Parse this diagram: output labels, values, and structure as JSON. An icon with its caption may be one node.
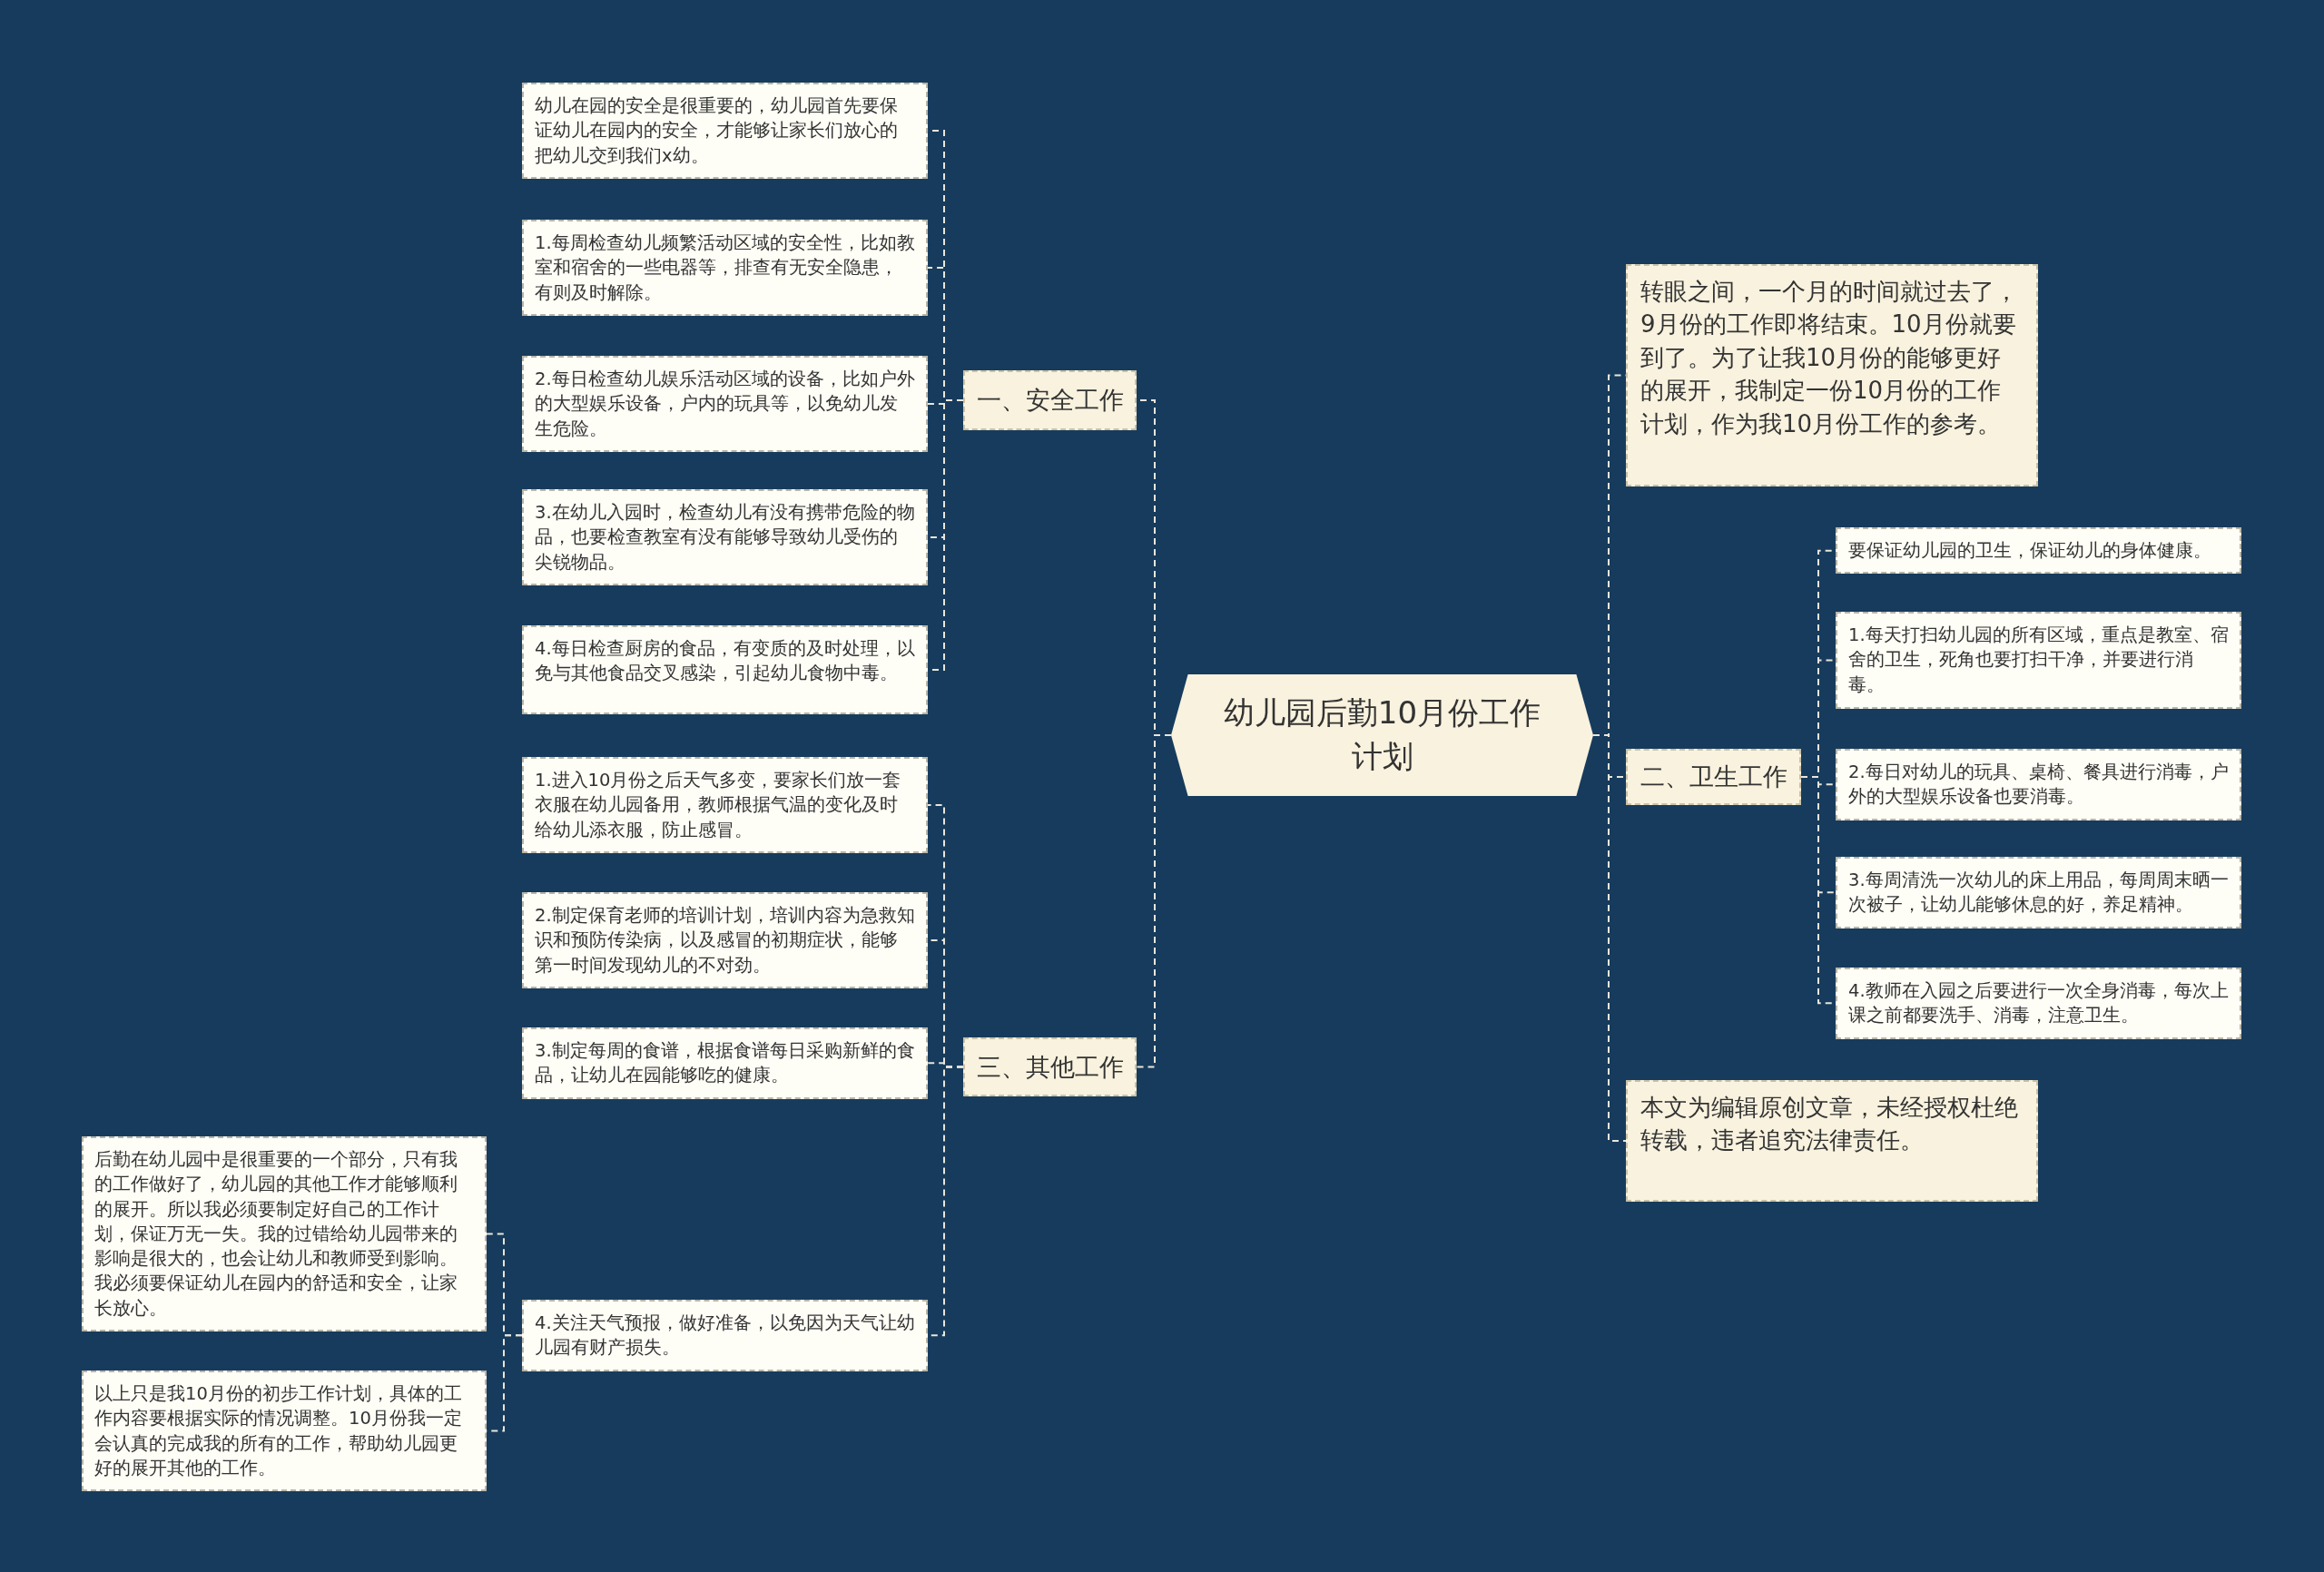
{
  "diagram": {
    "nodes": [
      {
        "text": [
          "幼儿园后勤10月份工作计划"
        ]
      },
      {
        "text": [
          "一、安全工作"
        ]
      },
      {
        "text": [
          "幼儿在园的安全是很重要的，幼儿园首先要保证幼儿在园内的安全，才能够让家长们放心的把幼儿交到我们x幼。"
        ]
      },
      {
        "text": [
          "1.每周检查幼儿频繁活动区域的安全性，比如教室和宿舍的一些电器等，排查有无安全隐患，有则及时解除。"
        ]
      },
      {
        "text": [
          "2.每日检查幼儿娱乐活动区域的设备，比如户外的大型娱乐设备，户内的玩具等，以免幼儿发生危险。"
        ]
      },
      {
        "text": [
          "3.在幼儿入园时，检查幼儿有没有携带危险的物品，也要检查教室有没有能够导致幼儿受伤的尖锐物品。"
        ]
      },
      {
        "text": [
          "4.每日检查厨房的食品，有变质的及时处理，以免与其他食品交叉感染，引起幼儿食物中毒。"
        ]
      },
      {
        "text": [
          "三、其他工作"
        ]
      },
      {
        "text": [
          "1.进入10月份之后天气多变，要家长们放一套衣服在幼儿园备用，教师根据气温的变化及时给幼儿添衣服，防止感冒。"
        ]
      },
      {
        "text": [
          "2.制定保育老师的培训计划，培训内容为急救知识和预防传染病，以及感冒的初期症状，能够第一时间发现幼儿的不对劲。"
        ]
      },
      {
        "text": [
          "3.制定每周的食谱，根据食谱每日采购新鲜的食品，让幼儿在园能够吃的健康。"
        ]
      },
      {
        "text": [
          "4.关注天气预报，做好准备，以免因为天气让幼儿园有财产损失。"
        ]
      },
      {
        "text": [
          "后勤在幼儿园中是很重要的一个部分，只有我的工作做好了，幼儿园的其他工作才能够顺利的展开。所以我必须要制定好自己的工作计划，保证万无一失。我的过错给幼儿园带来的影响是很大的，也会让幼儿和教师受到影响。我必须要保证幼儿在园内的舒适和安全，让家长放心。"
        ]
      },
      {
        "text": [
          "以上只是我10月份的初步工作计划，具体的工作内容要根据实际的情况调整。10月份我一定会认真的完成我的所有的工作，帮助幼儿园更好的展开其他的工作。"
        ]
      },
      {
        "text": [
          "转眼之间，一个月的时间就过去了，9月份的工作即将结束。10月份就要到了。为了让我10月份的能够更好的展开，我制定一份10月份的工作计划，作为我10月份工作的参考。"
        ]
      },
      {
        "text": [
          "二、卫生工作"
        ]
      },
      {
        "text": [
          "要保证幼儿园的卫生，保证幼儿的身体健康。"
        ]
      },
      {
        "text": [
          "1.每天打扫幼儿园的所有区域，重点是教室、宿舍的卫生，死角也要打扫干净，并要进行消毒。"
        ]
      },
      {
        "text": [
          "2.每日对幼儿的玩具、桌椅、餐具进行消毒，户外的大型娱乐设备也要消毒。"
        ]
      },
      {
        "text": [
          "3.每周清洗一次幼儿的床上用品，每周周末晒一次被子，让幼儿能够休息的好，养足精神。"
        ]
      },
      {
        "text": [
          "4.教师在入园之后要进行一次全身消毒，每次上课之前都要洗手、消毒，注意卫生。"
        ]
      },
      {
        "text": [
          "本文为编辑原创文章，未经授权杜绝转载，违者追究法律责任。"
        ]
      }
    ],
    "edges": [
      {
        "from": 0,
        "to": 1,
        "arrow": "none"
      },
      {
        "from": 1,
        "to": 2,
        "arrow": "none"
      },
      {
        "from": 1,
        "to": 3,
        "arrow": "none"
      },
      {
        "from": 1,
        "to": 4,
        "arrow": "none"
      },
      {
        "from": 1,
        "to": 5,
        "arrow": "none"
      },
      {
        "from": 1,
        "to": 6,
        "arrow": "none"
      },
      {
        "from": 0,
        "to": 7,
        "arrow": "none"
      },
      {
        "from": 7,
        "to": 8,
        "arrow": "none"
      },
      {
        "from": 7,
        "to": 9,
        "arrow": "none"
      },
      {
        "from": 7,
        "to": 10,
        "arrow": "none"
      },
      {
        "from": 7,
        "to": 11,
        "arrow": "none"
      },
      {
        "from": 11,
        "to": 12,
        "arrow": "none"
      },
      {
        "from": 11,
        "to": 13,
        "arrow": "none"
      },
      {
        "from": 0,
        "to": 14,
        "arrow": "none"
      },
      {
        "from": 0,
        "to": 15,
        "arrow": "none"
      },
      {
        "from": 15,
        "to": 16,
        "arrow": "none"
      },
      {
        "from": 15,
        "to": 17,
        "arrow": "none"
      },
      {
        "from": 15,
        "to": 18,
        "arrow": "none"
      },
      {
        "from": 15,
        "to": 19,
        "arrow": "none"
      },
      {
        "from": 15,
        "to": 20,
        "arrow": "none"
      },
      {
        "from": 0,
        "to": 21,
        "arrow": "none"
      }
    ]
  }
}
